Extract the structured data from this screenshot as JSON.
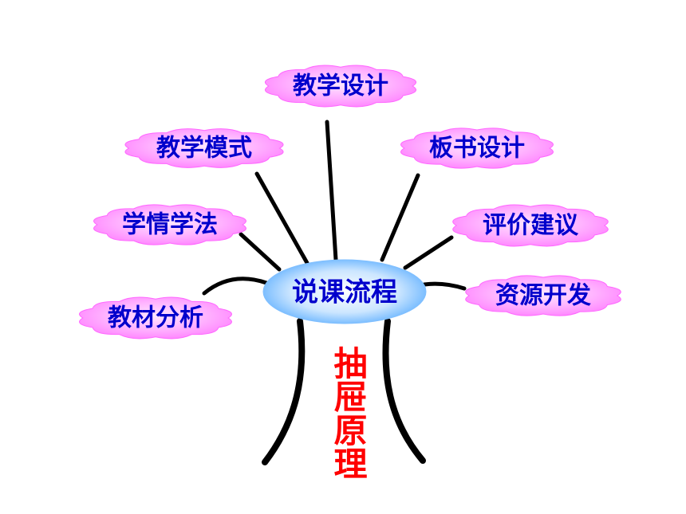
{
  "center": {
    "label": "说课流程"
  },
  "title": "抽屉原理",
  "branches": [
    {
      "id": "teaching-design",
      "label": "教学设计"
    },
    {
      "id": "teaching-mode",
      "label": "教学模式"
    },
    {
      "id": "board-design",
      "label": "板书设计"
    },
    {
      "id": "learning-method",
      "label": "学情学法"
    },
    {
      "id": "evaluation-advice",
      "label": "评价建议"
    },
    {
      "id": "material-analysis",
      "label": "教材分析"
    },
    {
      "id": "resource-development",
      "label": "资源开发"
    }
  ],
  "colors": {
    "cloud_fill": "#ff99ff",
    "cloud_highlight": "#ffe6ff",
    "label_text": "#0000cc",
    "center_fill": "#99ccff",
    "center_highlight": "#ffffff",
    "title_text": "#ff0000",
    "lines": "#000000"
  }
}
